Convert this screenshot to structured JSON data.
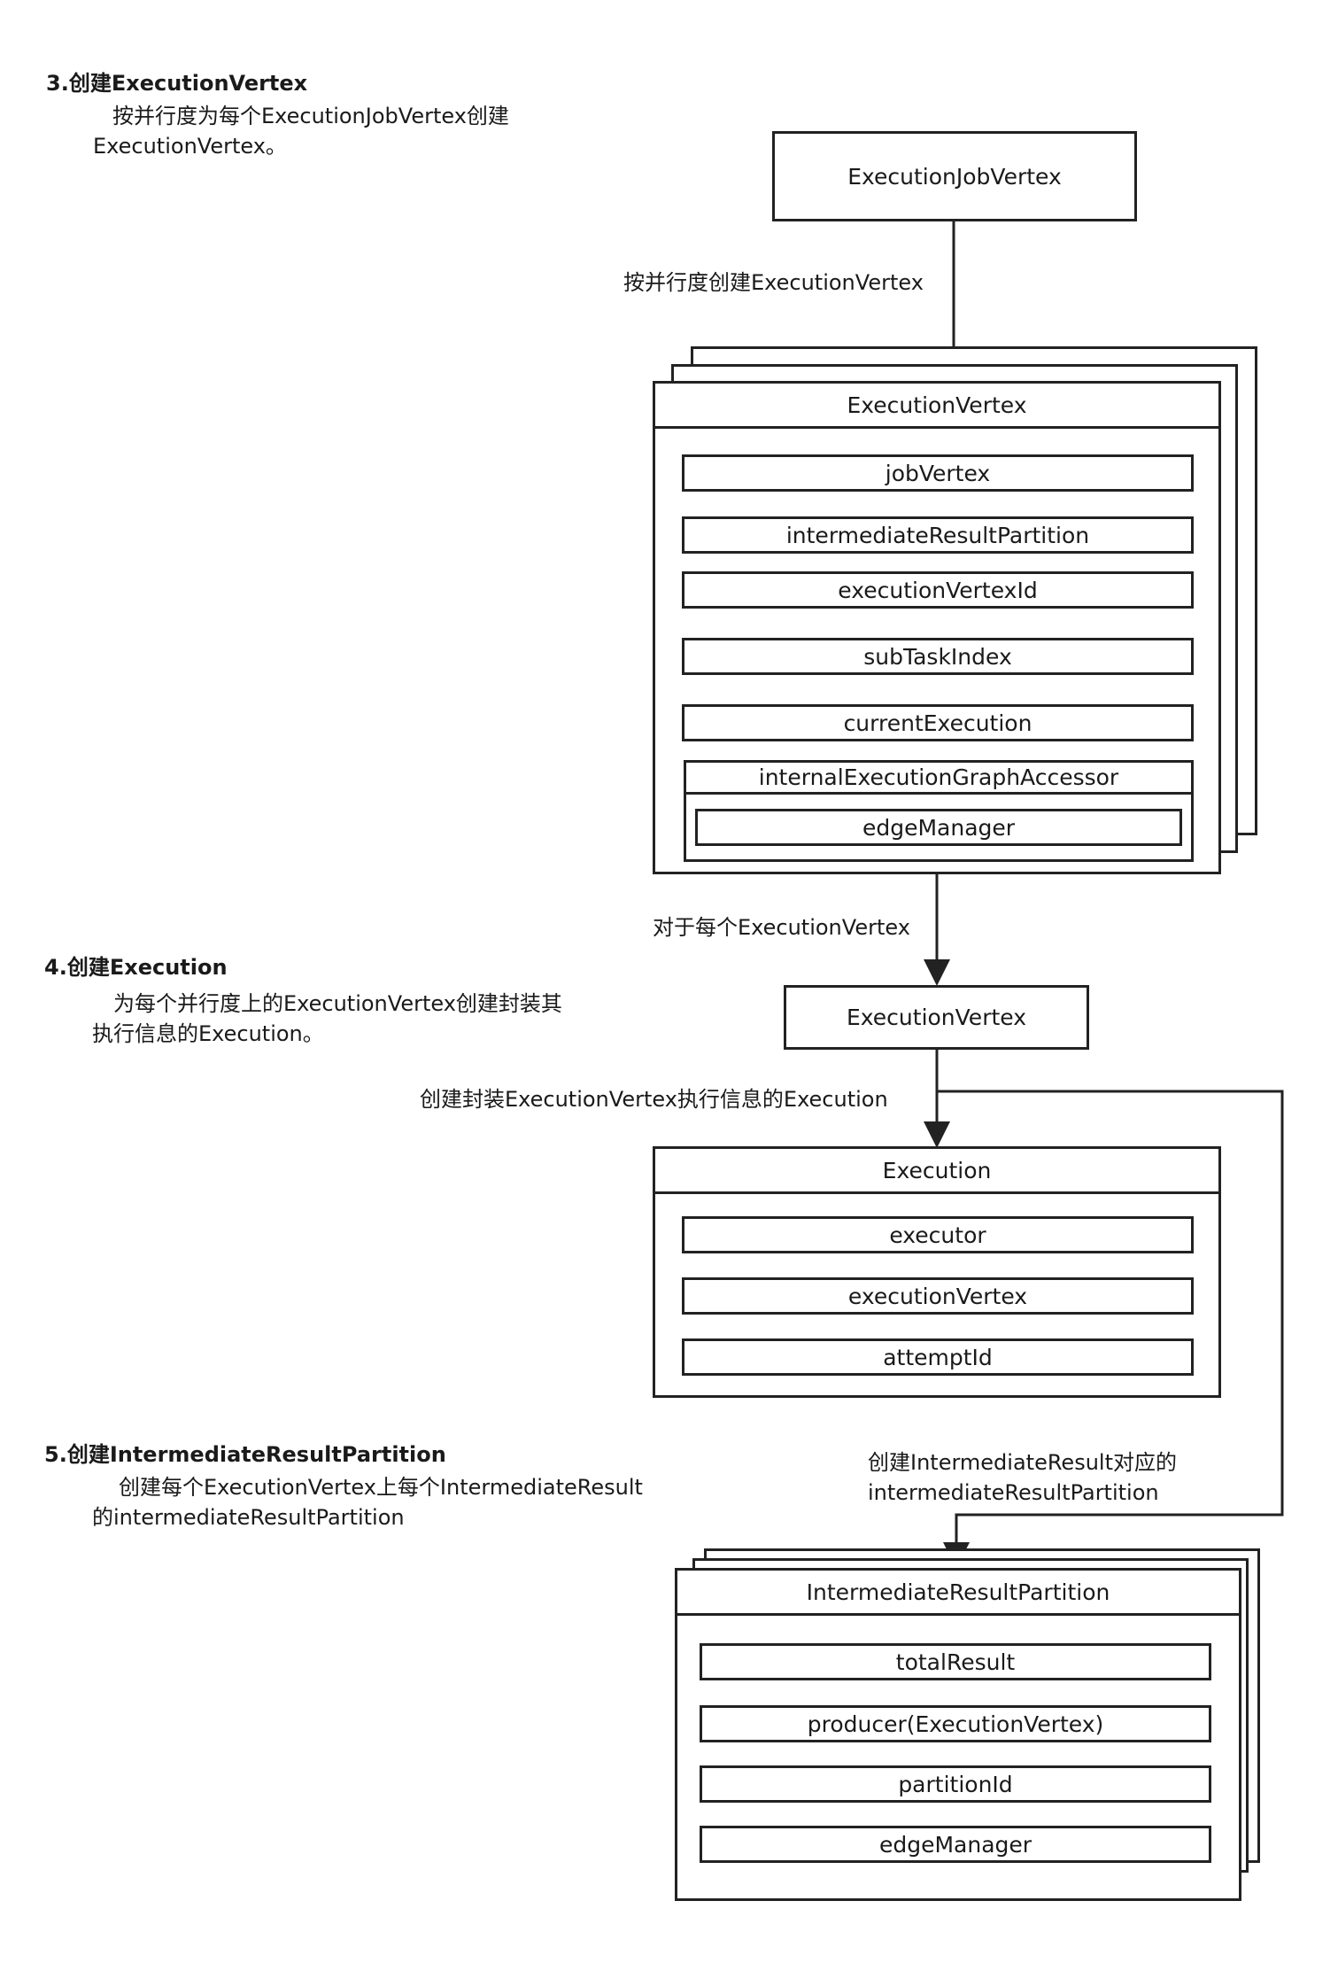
{
  "sections": [
    {
      "title": "3.创建ExecutionVertex",
      "desc": "按并行度为每个ExecutionJobVertex创建\nExecutionVertex。"
    },
    {
      "title": "4.创建Execution",
      "desc": "为每个并行度上的ExecutionVertex创建封装其\n执行信息的Execution。"
    },
    {
      "title": "5.创建IntermediateResultPartition",
      "desc": "创建每个ExecutionVertex上每个IntermediateResult\n的intermediateResultPartition"
    }
  ],
  "nodes": {
    "execution_job_vertex": "ExecutionJobVertex",
    "execution_vertex_class": {
      "title": "ExecutionVertex",
      "fields": [
        "jobVertex",
        "intermediateResultPartition",
        "executionVertexId",
        "subTaskIndex",
        "currentExecution"
      ],
      "nested": {
        "title": "internalExecutionGraphAccessor",
        "fields": [
          "edgeManager"
        ]
      }
    },
    "execution_vertex_single": "ExecutionVertex",
    "execution_class": {
      "title": "Execution",
      "fields": [
        "executor",
        "executionVertex",
        "attemptId"
      ]
    },
    "irp_class": {
      "title": "IntermediateResultPartition",
      "fields": [
        "totalResult",
        "producer(ExecutionVertex)",
        "partitionId",
        "edgeManager"
      ]
    }
  },
  "edge_labels": {
    "create_vertex": "按并行度创建ExecutionVertex",
    "for_each_vertex": "对于每个ExecutionVertex",
    "create_execution": "创建封装ExecutionVertex执行信息的Execution",
    "create_irp": "创建IntermediateResult对应的\nintermediateResultPartition"
  }
}
